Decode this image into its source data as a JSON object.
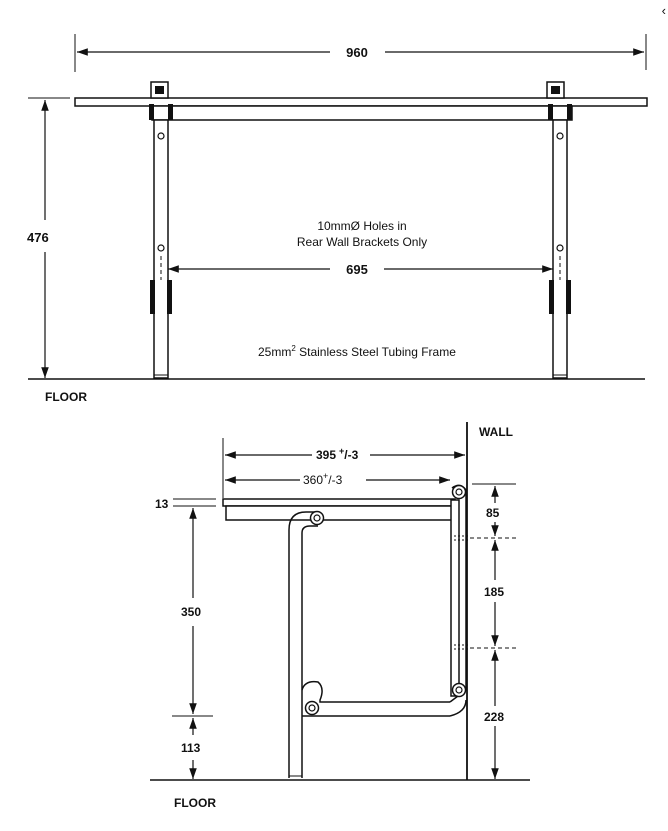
{
  "front_view": {
    "overall_width": "960",
    "height": "476",
    "inner_width": "695",
    "holes_note_line1": "10mmØ Holes in",
    "holes_note_line2": "Rear Wall Brackets Only",
    "frame_note_prefix": "25mm",
    "frame_note_sup": "2",
    "frame_note_suffix": " Stainless Steel Tubing Frame",
    "floor_label": "FLOOR"
  },
  "side_view": {
    "wall_label": "WALL",
    "depth_outer_base": "395",
    "depth_outer_tol": "+/-3",
    "depth_inner_base": "360",
    "depth_inner_tol": "+/-3",
    "seat_thickness": "13",
    "seat_height": "350",
    "floor_gap": "113",
    "bracket_top": "85",
    "bracket_middle": "185",
    "bracket_bottom": "228",
    "floor_label": "FLOOR"
  }
}
